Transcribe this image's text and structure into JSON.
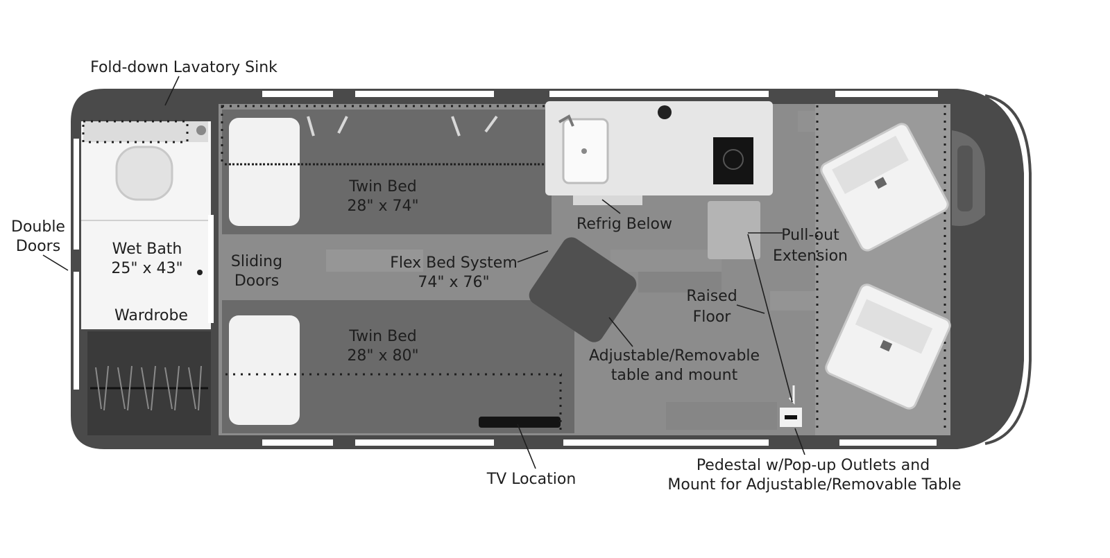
{
  "labels": {
    "fold_down_sink": "Fold-down Lavatory Sink",
    "double_doors_1": "Double",
    "double_doors_2": "Doors",
    "twin_bed_top_1": "Twin Bed",
    "twin_bed_top_2": "28\" x 74\"",
    "refrig_below": "Refrig Below",
    "pull_out_1": "Pull-out",
    "pull_out_2": "Extension",
    "wet_bath_1": "Wet Bath",
    "wet_bath_2": "25\" x 43\"",
    "sliding_doors_1": "Sliding",
    "sliding_doors_2": "Doors",
    "flex_bed_1": "Flex Bed System",
    "flex_bed_2": "74\" x 76\"",
    "raised_floor_1": "Raised",
    "raised_floor_2": "Floor",
    "wardrobe": "Wardrobe",
    "twin_bed_bottom_1": "Twin Bed",
    "twin_bed_bottom_2": "28\" x 80\"",
    "adjustable_table_1": "Adjustable/Removable",
    "adjustable_table_2": "table and mount",
    "tv_location": "TV Location",
    "pedestal_1": "Pedestal w/Pop-up Outlets and",
    "pedestal_2": "Mount for Adjustable/Removable Table"
  },
  "colors": {
    "hull": "#4a4a4a",
    "floor": "#8c8c8c",
    "bed": "#6a6a6a",
    "counter": "#e6e6e6",
    "pillow": "#f2f2f2",
    "text": "#1e1e1e"
  }
}
